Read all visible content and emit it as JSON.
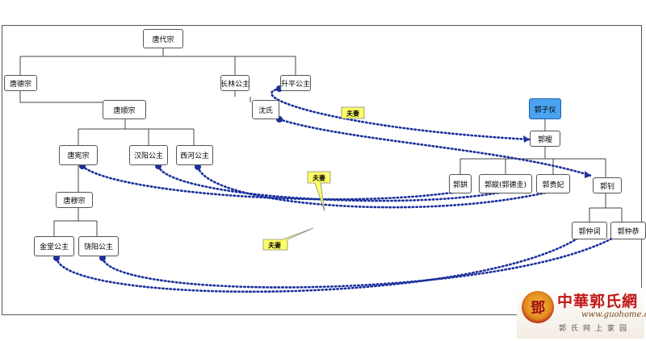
{
  "nodes": {
    "tangdaizong": "唐代宗",
    "tangdezong": "唐德宗",
    "changlin": "长林公主",
    "shengping": "升平公主",
    "tangshunzong": "唐顺宗",
    "shenshi": "沈氏",
    "tangxianzong": "唐宪宗",
    "hanyang": "汉阳公主",
    "xihe": "西河公主",
    "tangmuzong": "唐穆宗",
    "jintang": "金堂公主",
    "raoyang": "饶阳公主",
    "guoziyi": "郭子仪",
    "guoai": "郭暧",
    "guokuo": "郭鉷",
    "guoxing": "郭鏦(郭德圭)",
    "guoguifei": "郭贵妃",
    "guozhao": "郭钊",
    "guozhongci": "郭仲词",
    "guozhonggong": "郭仲恭"
  },
  "callouts": {
    "c1": "夫妻",
    "c2": "夫妻",
    "c3": "夫妻"
  },
  "logo": {
    "seal": "鄧",
    "title": "中華郭氏網",
    "url": "www.guohome.org",
    "subtitle": "郭氏网上家园"
  },
  "colors": {
    "link_dotted": "#1b2f9c",
    "callout_fill": "#ffff66",
    "root_node": "#4aa3f0",
    "logo_red": "#c01818"
  }
}
